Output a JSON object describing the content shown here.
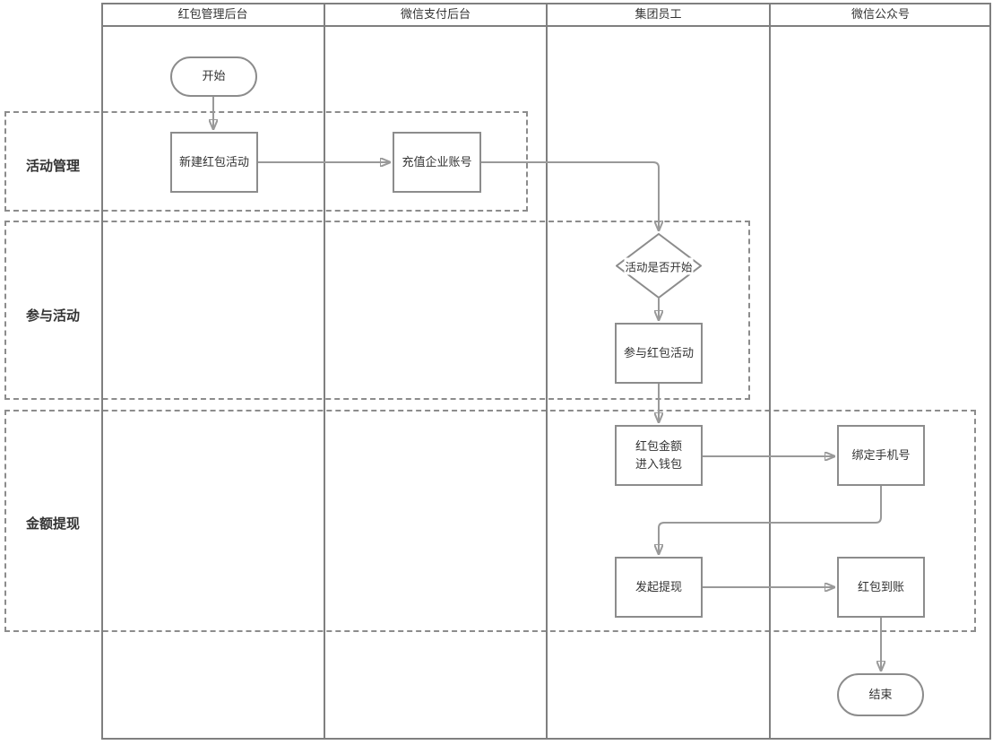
{
  "header": {
    "lanes": [
      {
        "label": "红包管理后台"
      },
      {
        "label": "微信支付后台"
      },
      {
        "label": "集团员工"
      },
      {
        "label": "微信公众号"
      }
    ]
  },
  "phases": [
    {
      "label": "活动管理"
    },
    {
      "label": "参与活动"
    },
    {
      "label": "金额提现"
    }
  ],
  "nodes": {
    "start": {
      "label": "开始"
    },
    "create_activity": {
      "label": "新建红包活动"
    },
    "recharge_account": {
      "label": "充值企业账号"
    },
    "decision_activity_started": {
      "label": "活动是否开始"
    },
    "join_activity": {
      "label": "参与红包活动"
    },
    "amount_to_wallet": {
      "line1": "红包金额",
      "line2": "进入钱包"
    },
    "bind_phone": {
      "label": "绑定手机号"
    },
    "initiate_withdrawal": {
      "label": "发起提现"
    },
    "packet_arrival": {
      "label": "红包到账"
    },
    "end": {
      "label": "结束"
    }
  },
  "colors": {
    "table_border": "#7f7f7f",
    "node_border": "#8c8c8c",
    "arrow": "#999999",
    "text": "#333333",
    "background": "#ffffff"
  }
}
